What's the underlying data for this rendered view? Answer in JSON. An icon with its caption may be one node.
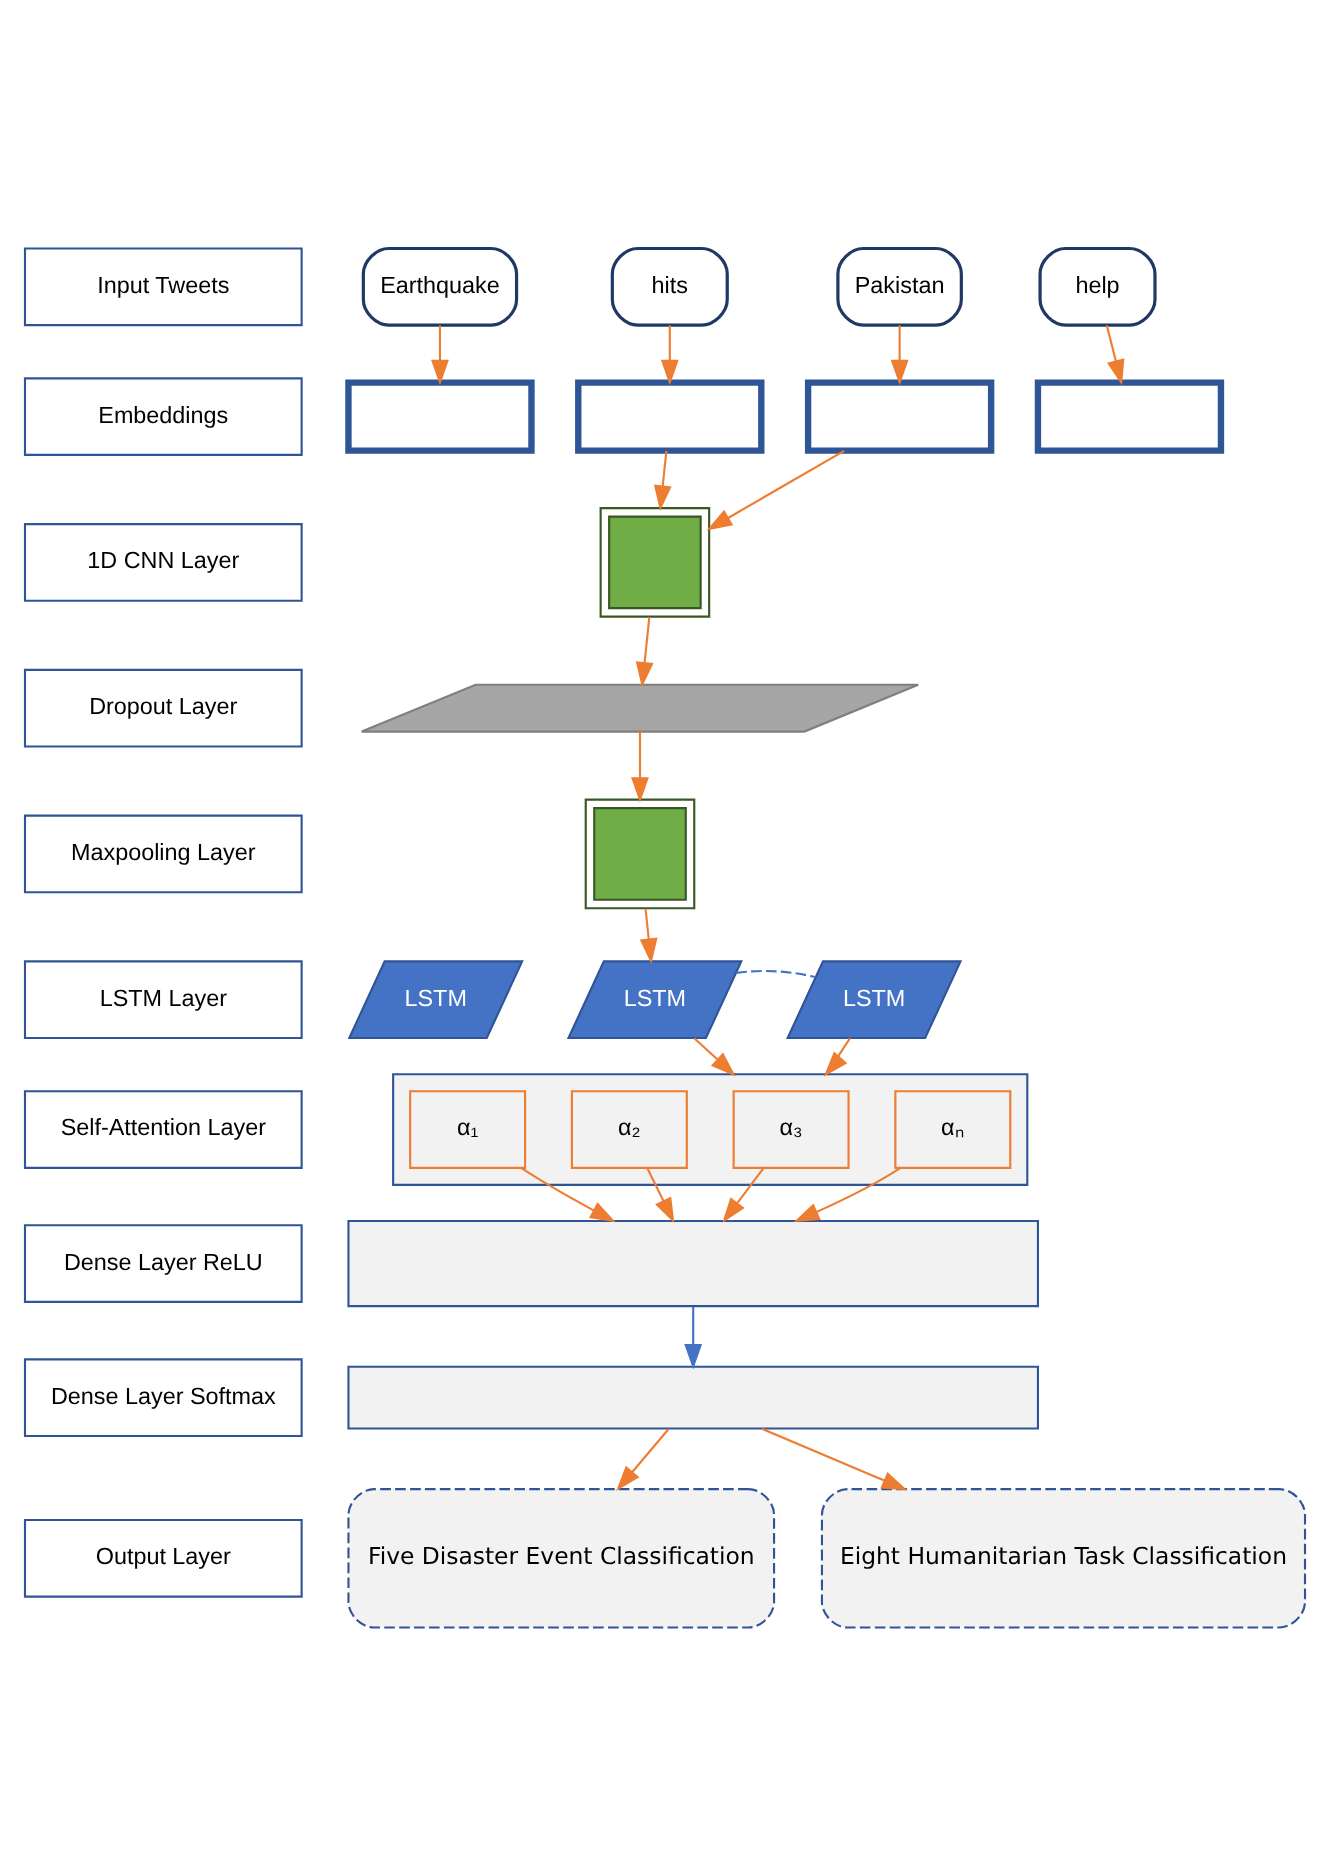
{
  "diagram": {
    "nodes": [
      {
        "text": [
          "Input Tweets"
        ]
      },
      {
        "text": [
          "Earthquake"
        ]
      },
      {
        "text": [
          "hits"
        ]
      },
      {
        "text": [
          "Pakistan"
        ]
      },
      {
        "text": [
          "help"
        ]
      },
      {
        "text": [
          "Embeddings"
        ]
      },
      {
        "text": [],
        "shape": "box"
      },
      {
        "text": [],
        "shape": "box"
      },
      {
        "text": [],
        "shape": "box"
      },
      {
        "text": [],
        "shape": "box"
      },
      {
        "text": [
          "1D CNN Layer"
        ]
      },
      {
        "text": [],
        "shape": "box"
      },
      {
        "text": [
          "Dropout Layer"
        ]
      },
      {
        "text": [],
        "shape": "parallelogram"
      },
      {
        "text": [
          "Maxpooling Layer"
        ]
      },
      {
        "text": [],
        "shape": "box"
      },
      {
        "text": [
          "LSTM Layer"
        ]
      },
      {
        "text": [
          "LSTM"
        ]
      },
      {
        "text": [
          "LSTM"
        ]
      },
      {
        "text": [
          "LSTM"
        ]
      },
      {
        "text": [
          "Self-Attention Layer"
        ]
      },
      {
        "text": [],
        "shape": "box"
      },
      {
        "text": [
          "α₁"
        ],
        "in": 21
      },
      {
        "text": [
          "α₂"
        ],
        "in": 21
      },
      {
        "text": [
          "α₃"
        ],
        "in": 21
      },
      {
        "text": [
          "αₙ"
        ],
        "in": 21
      },
      {
        "text": [
          "Dense Layer ReLU"
        ]
      },
      {
        "text": [],
        "shape": "box"
      },
      {
        "text": [
          "Dense Layer Softmax"
        ]
      },
      {
        "text": [],
        "shape": "box"
      },
      {
        "text": [
          "Output Layer"
        ]
      },
      {
        "text": [
          "Five Disaster Event Classification"
        ]
      },
      {
        "text": [
          "Eight Humanitarian Task Classification"
        ]
      }
    ],
    "edges": [
      {
        "from": 1,
        "to": 6,
        "arrow": "to"
      },
      {
        "from": 2,
        "to": 7,
        "arrow": "to"
      },
      {
        "from": 3,
        "to": 8,
        "arrow": "to"
      },
      {
        "from": 4,
        "to": 9,
        "arrow": "to"
      },
      {
        "from": 7,
        "to": 11,
        "arrow": "to"
      },
      {
        "from": 8,
        "to": 11,
        "arrow": "to"
      },
      {
        "from": 11,
        "to": 13,
        "arrow": "to"
      },
      {
        "from": 13,
        "to": 15,
        "arrow": "to"
      },
      {
        "from": 15,
        "to": 18,
        "arrow": "to"
      },
      {
        "from": 18,
        "to": 19,
        "arrow": "none",
        "style": "dashed",
        "color": "#4472c4"
      },
      {
        "from": 18,
        "to": 21,
        "arrow": "to"
      },
      {
        "from": 19,
        "to": 21,
        "arrow": "to"
      },
      {
        "from": 22,
        "to": 27,
        "arrow": "to"
      },
      {
        "from": 23,
        "to": 27,
        "arrow": "to"
      },
      {
        "from": 24,
        "to": 27,
        "arrow": "to"
      },
      {
        "from": 25,
        "to": 27,
        "arrow": "to"
      },
      {
        "from": 27,
        "to": 29,
        "arrow": "to",
        "color": "#4472c4"
      },
      {
        "from": 29,
        "to": 31,
        "arrow": "to"
      },
      {
        "from": 29,
        "to": 32,
        "arrow": "to"
      }
    ]
  }
}
